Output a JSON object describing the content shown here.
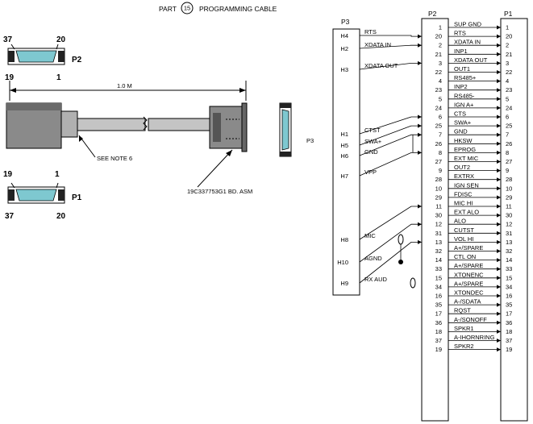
{
  "header": {
    "part_label": "PART",
    "part_number": "15",
    "title": "PROGRAMMING CABLE"
  },
  "connector_top": {
    "pin_tl": "37",
    "pin_tr": "20",
    "pin_bl": "19",
    "pin_br": "1",
    "label": "P2"
  },
  "connector_bottom": {
    "pin_tl": "19",
    "pin_tr": "1",
    "pin_bl": "37",
    "pin_br": "20",
    "label": "P1"
  },
  "cable": {
    "length": "1.0 M",
    "note": "SEE NOTE 6",
    "part_ref": "19C337753G1 BD. ASM",
    "p3_label": "P3"
  },
  "headers": {
    "p3": "P3",
    "p2": "P2",
    "p1": "P1"
  },
  "p3_pins": [
    "H4",
    "H2",
    "H3",
    "H1",
    "H5",
    "H6",
    "H7",
    "H8",
    "H10",
    "H9"
  ],
  "p3_signals": [
    "RTS",
    "XDATA IN",
    "XDATA OUT",
    "CTST",
    "SWA+",
    "GND",
    "VPP",
    "MIC",
    "AGND",
    "RX AUD"
  ],
  "p1_signals": [
    "SUP GND",
    "RTS",
    "XDATA IN",
    "INP1",
    "XDATA OUT",
    "OUT1",
    "RS485+",
    "INP2",
    "RS485-",
    "IGN A+",
    "CTS",
    "SWA+",
    "GND",
    "HKSW",
    "EPROG",
    "EXT MIC",
    "OUT2",
    "EXTRX",
    "IGN SEN",
    "FDISC",
    "MIC HI",
    "EXT ALO",
    "ALO",
    "CUTST",
    "VOL HI",
    "A+/SPARE",
    "CTL ON",
    "A+/SPARE",
    "XTONENC",
    "A+/SPARE",
    "XTONDEC",
    "A-/SDATA",
    "RQST",
    "A-/SONOFF",
    "SPKR1",
    "A-IHORNRING",
    "SPKR2"
  ],
  "p2_pin_numbers": [
    "1",
    "20",
    "2",
    "21",
    "3",
    "22",
    "4",
    "23",
    "5",
    "24",
    "6",
    "25",
    "7",
    "26",
    "8",
    "27",
    "9",
    "28",
    "10",
    "29",
    "11",
    "30",
    "12",
    "31",
    "13",
    "32",
    "14",
    "33",
    "15",
    "34",
    "16",
    "35",
    "17",
    "36",
    "18",
    "37",
    "19"
  ],
  "p1_pin_numbers": [
    "1",
    "20",
    "2",
    "21",
    "3",
    "22",
    "4",
    "23",
    "5",
    "24",
    "6",
    "25",
    "7",
    "26",
    "8",
    "27",
    "9",
    "28",
    "10",
    "29",
    "11",
    "30",
    "12",
    "31",
    "13",
    "32",
    "14",
    "33",
    "15",
    "34",
    "16",
    "35",
    "17",
    "36",
    "18",
    "37",
    "19"
  ]
}
